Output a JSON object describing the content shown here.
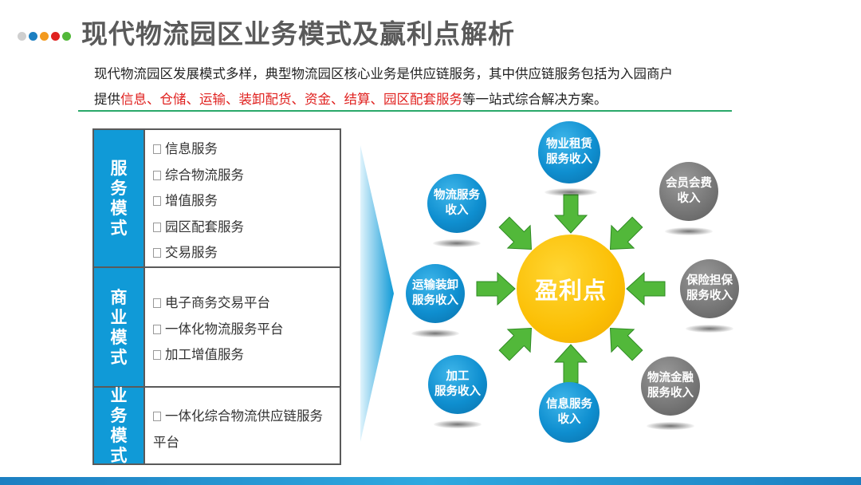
{
  "title": "现代物流园区业务模式及赢利点解析",
  "intro": {
    "line1": "现代物流园区发展模式多样，典型物流园区核心业务是供应链服务，其中供应链服务包括为入园商户",
    "line2_prefix": "提供",
    "line2_highlight": "信息、仓储、运输、装卸配货、资金、结算、园区配套服务",
    "line2_suffix": "等一站式综合解决方案。"
  },
  "table": {
    "rows": [
      {
        "label": "服务模式",
        "items": [
          "信息服务",
          "综合物流服务",
          "增值服务",
          "园区配套服务",
          "交易服务"
        ]
      },
      {
        "label": "商业模式",
        "items": [
          "电子商务交易平台",
          "一体化物流服务平台",
          "加工增值服务"
        ]
      },
      {
        "label": "业务模式",
        "items": [
          "一体化综合物流供应链服务平台"
        ]
      }
    ]
  },
  "diagram": {
    "center": "盈利点",
    "nodes": [
      {
        "lines": [
          "物业租赁",
          "服务收入"
        ],
        "color": "blue"
      },
      {
        "lines": [
          "物流服务",
          "收入"
        ],
        "color": "blue"
      },
      {
        "lines": [
          "会员会费",
          "收入"
        ],
        "color": "gray"
      },
      {
        "lines": [
          "运输装卸",
          "服务收入"
        ],
        "color": "blue"
      },
      {
        "lines": [
          "保险担保",
          "服务收入"
        ],
        "color": "gray"
      },
      {
        "lines": [
          "加工",
          "服务收入"
        ],
        "color": "blue"
      },
      {
        "lines": [
          "物流金融",
          "服务收入"
        ],
        "color": "gray"
      },
      {
        "lines": [
          "信息服务",
          "收入"
        ],
        "color": "blue"
      }
    ]
  },
  "colors": {
    "accent_blue": "#109ad7",
    "highlight_red": "#e0211f",
    "center_gold": "#fbbf05",
    "arrow_green": "#52b83a",
    "title_gray": "#5a5a5a"
  }
}
